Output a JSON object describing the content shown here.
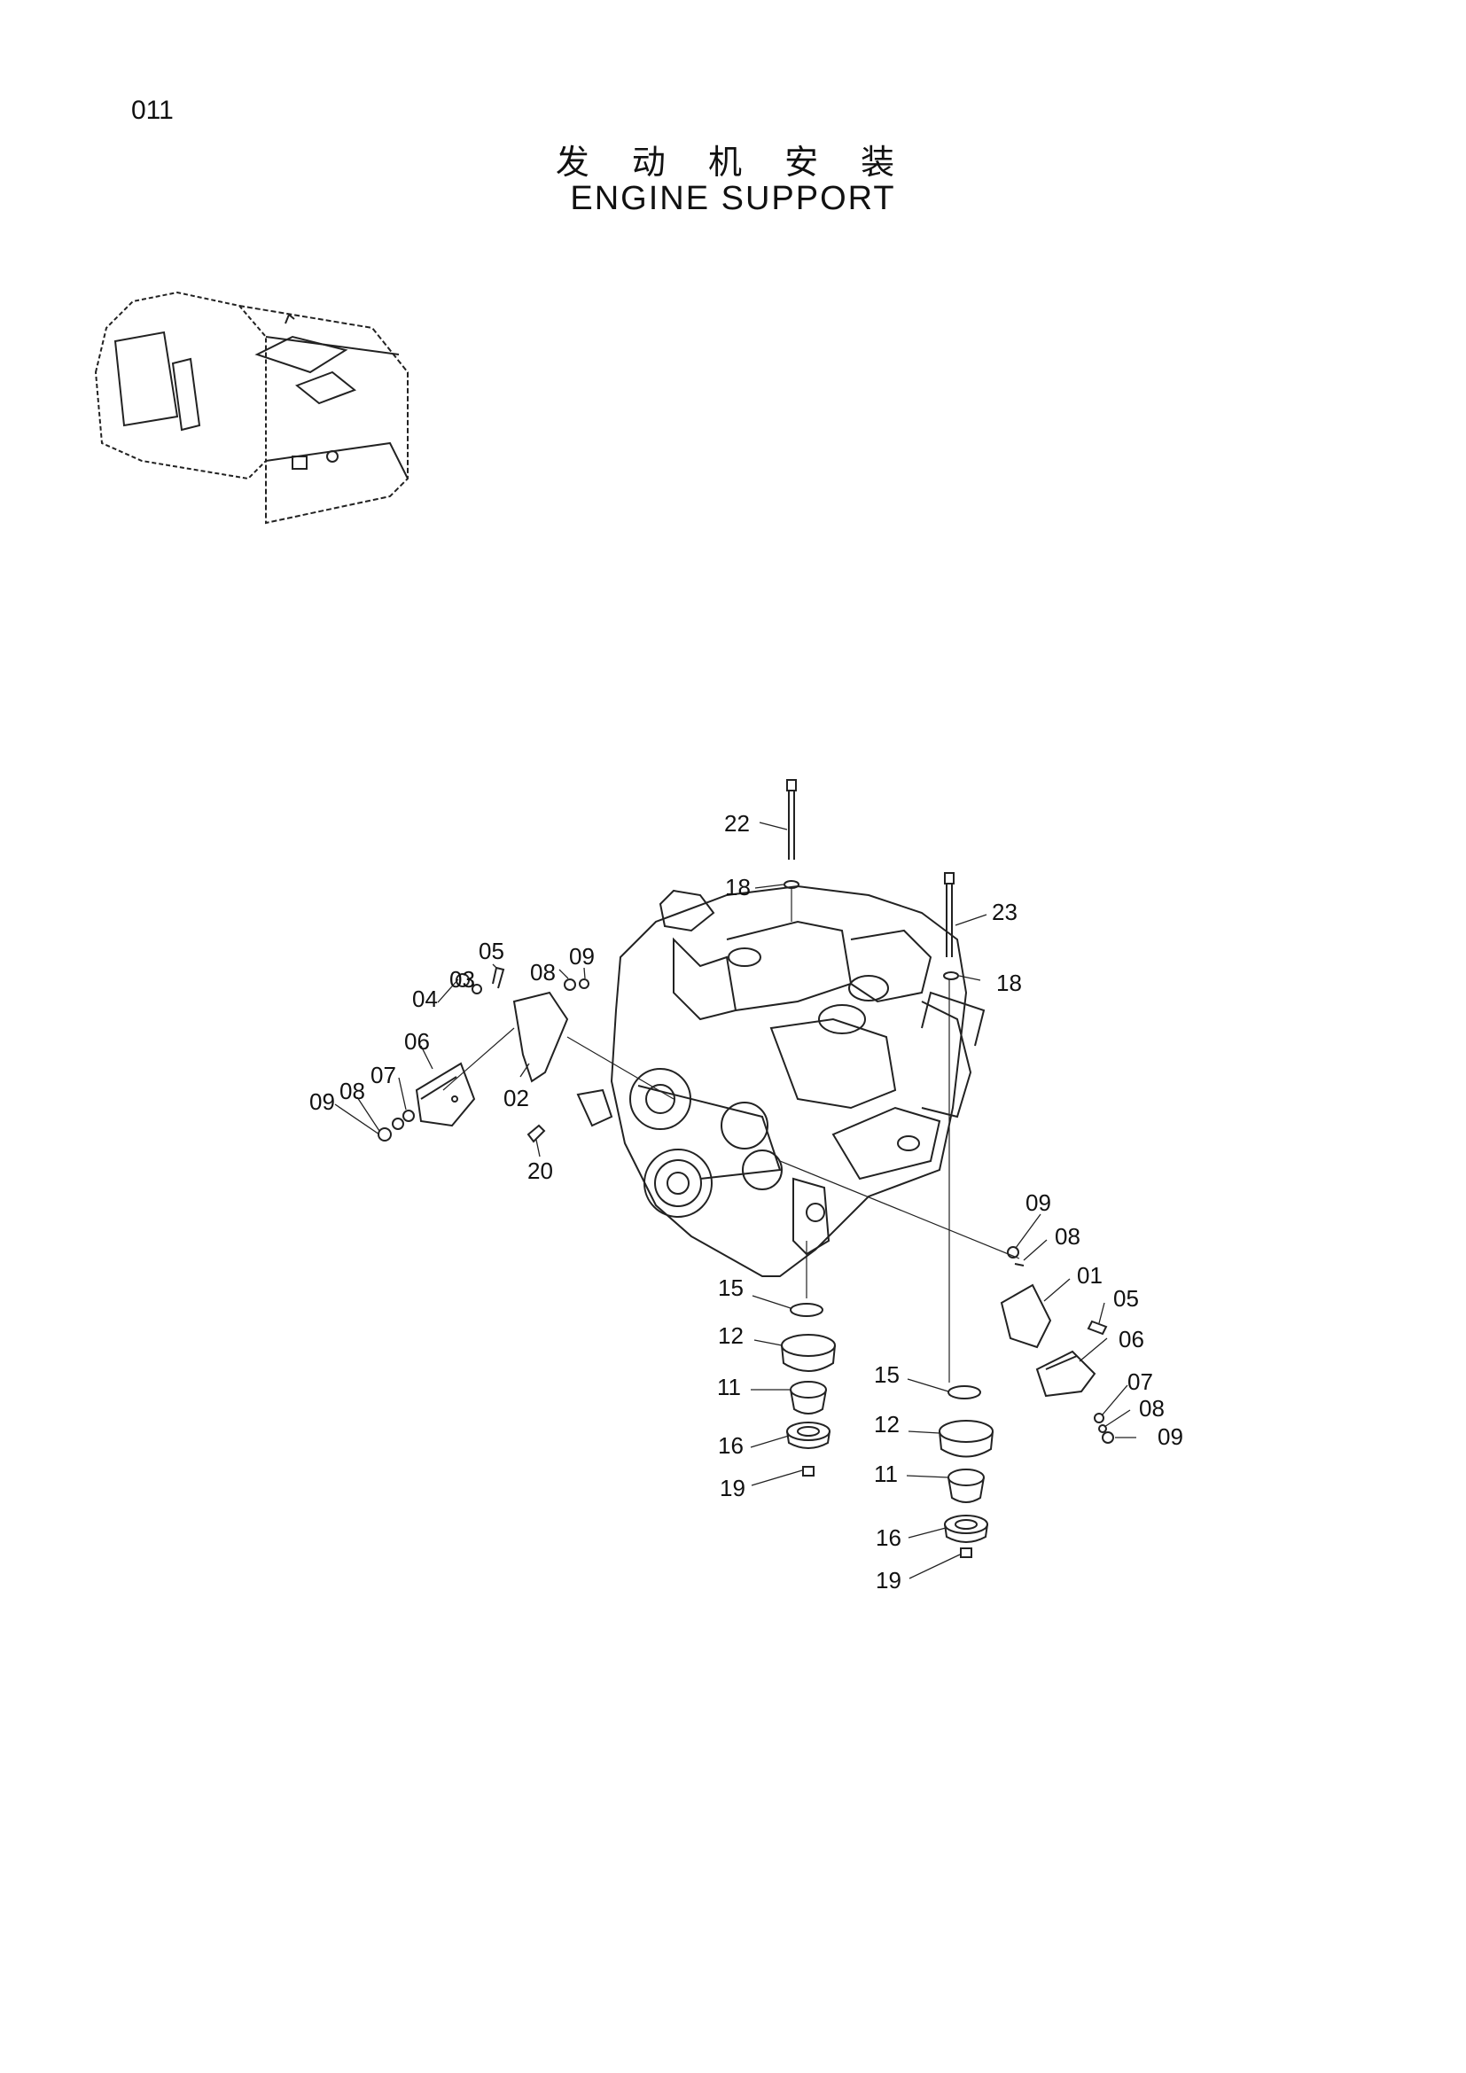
{
  "page_number": "011",
  "title_cn": "发 动 机 安 装",
  "title_en": "ENGINE  SUPPORT",
  "callouts": [
    {
      "label": "22"
    },
    {
      "label": "18"
    },
    {
      "label": "23"
    },
    {
      "label": "18"
    },
    {
      "label": "05"
    },
    {
      "label": "08"
    },
    {
      "label": "09"
    },
    {
      "label": "03"
    },
    {
      "label": "04"
    },
    {
      "label": "06"
    },
    {
      "label": "07"
    },
    {
      "label": "08"
    },
    {
      "label": "09"
    },
    {
      "label": "02"
    },
    {
      "label": "20"
    },
    {
      "label": "09"
    },
    {
      "label": "08"
    },
    {
      "label": "01"
    },
    {
      "label": "05"
    },
    {
      "label": "06"
    },
    {
      "label": "07"
    },
    {
      "label": "08"
    },
    {
      "label": "09"
    },
    {
      "label": "15"
    },
    {
      "label": "12"
    },
    {
      "label": "11"
    },
    {
      "label": "16"
    },
    {
      "label": "19"
    },
    {
      "label": "15"
    },
    {
      "label": "12"
    },
    {
      "label": "11"
    },
    {
      "label": "16"
    },
    {
      "label": "19"
    }
  ]
}
